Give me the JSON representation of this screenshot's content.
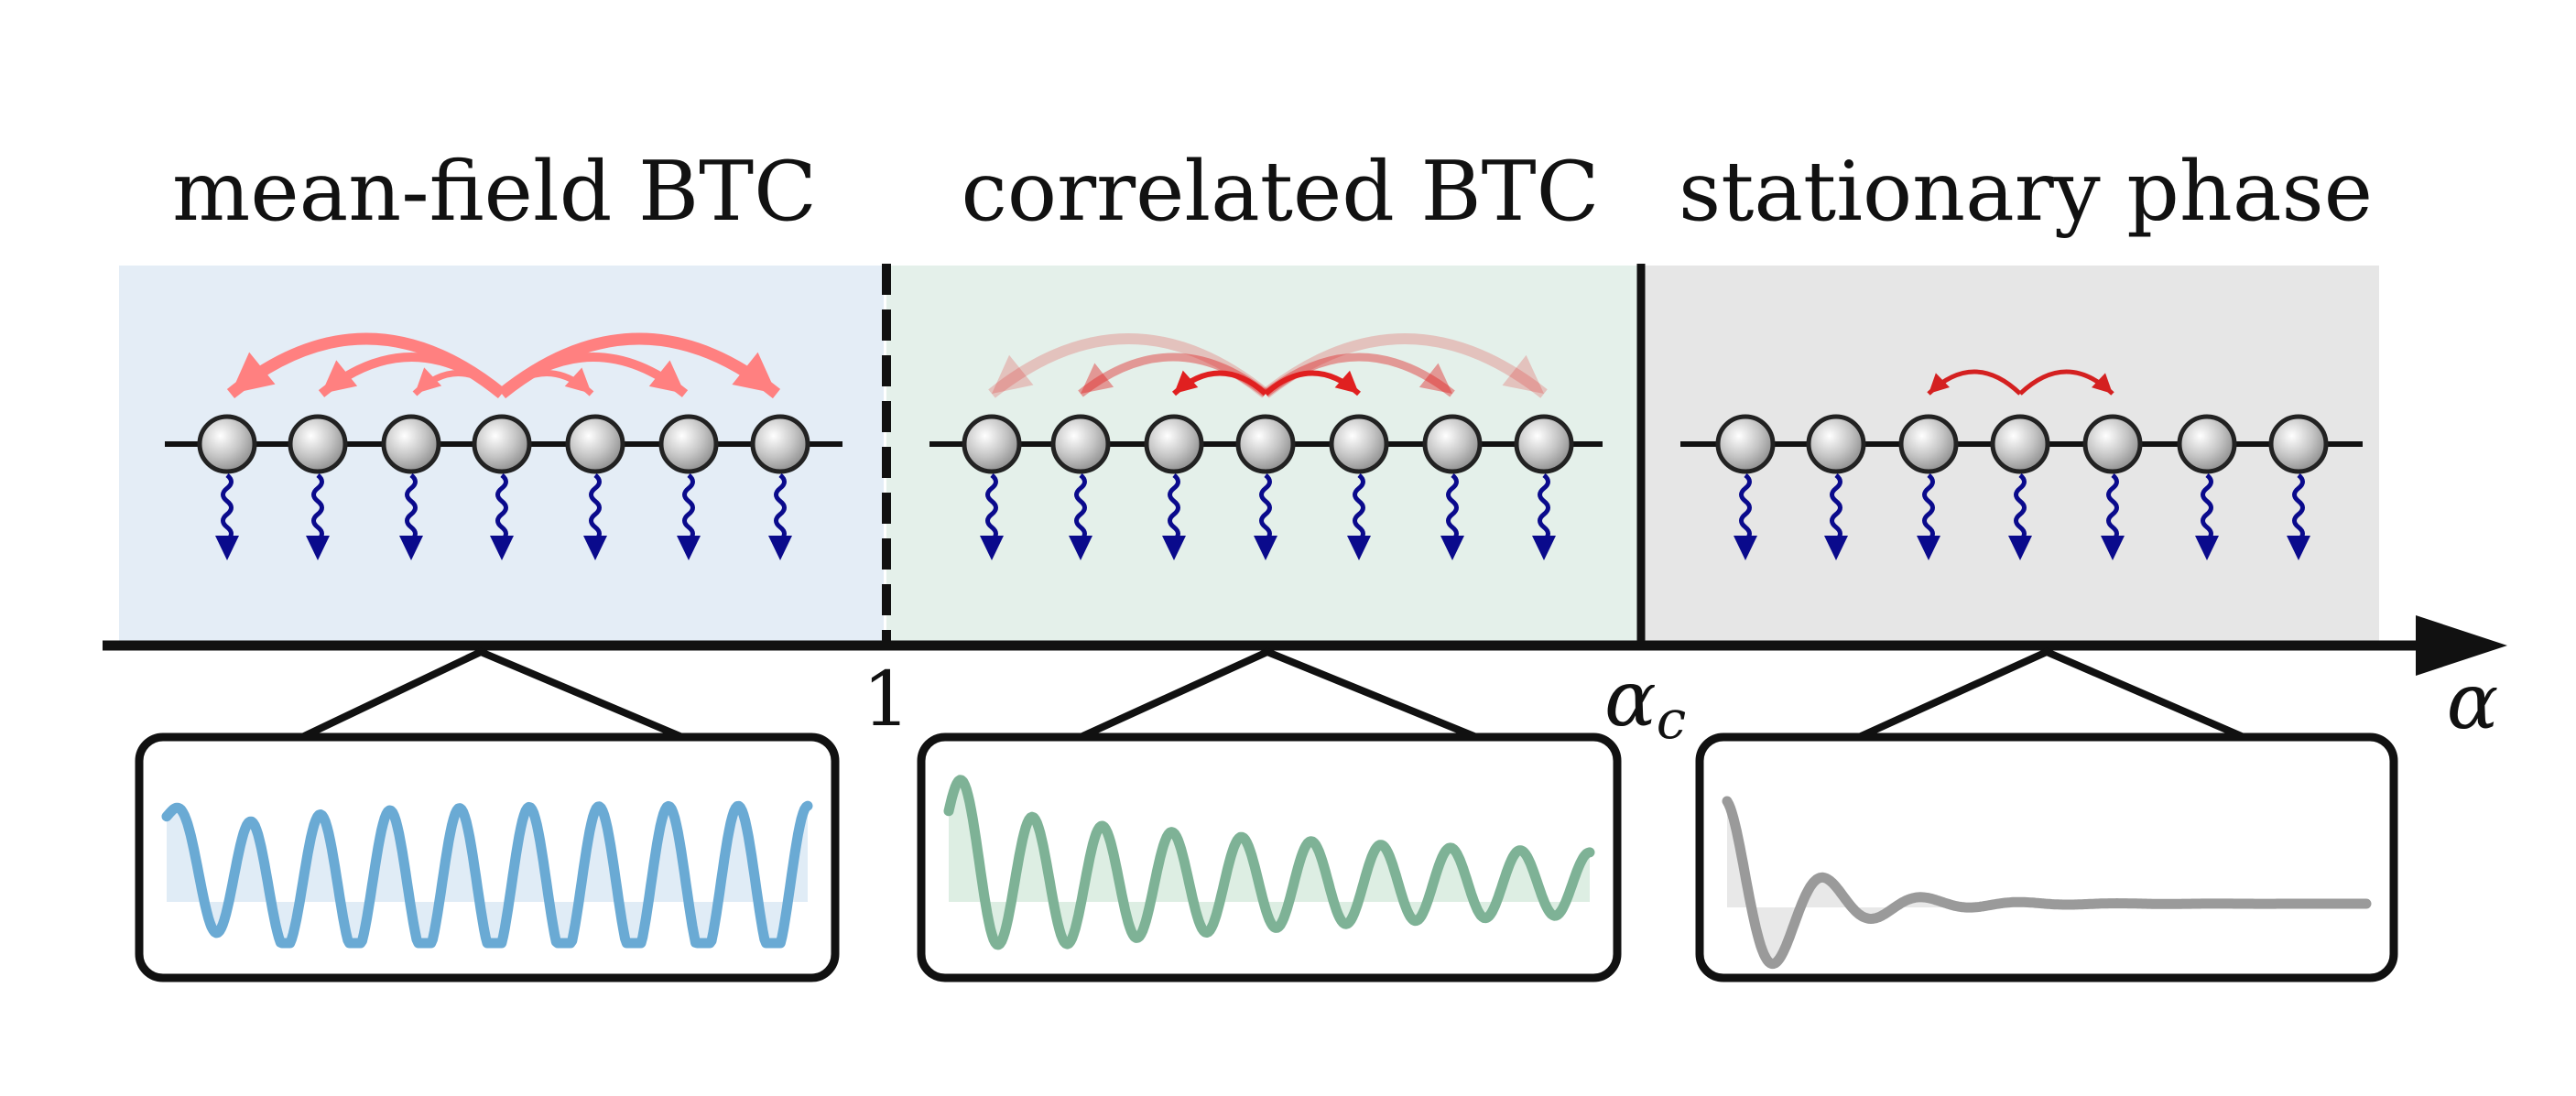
{
  "phases": [
    {
      "id": "mean-field",
      "title": "mean-field BTC",
      "background": "#e4edf6",
      "interaction": "all-to-all",
      "arrow_color": "#ff8080",
      "signal": {
        "color": "#6aaad4",
        "fill": "#dbe9f4",
        "behavior": "persistent oscillation"
      }
    },
    {
      "id": "correlated",
      "title": "correlated BTC",
      "background": "#e4f0ea",
      "interaction": "decaying with distance",
      "arrow_color": "#e02020",
      "signal": {
        "color": "#7eb296",
        "fill": "#d7ebde",
        "behavior": "damped oscillation"
      }
    },
    {
      "id": "stationary",
      "title": "stationary phase",
      "background": "#e6e6e6",
      "interaction": "nearest-neighbour",
      "arrow_color": "#d42020",
      "signal": {
        "color": "#9a9a9a",
        "fill": "#e4e4e4",
        "behavior": "decay to stationary value"
      }
    }
  ],
  "axis": {
    "variable": "α",
    "boundary_1_label": "1",
    "boundary_2_symbol": "α",
    "boundary_2_subscript": "c"
  },
  "colors": {
    "decay_arrow": "#0a0a8c",
    "spin_fill": "#bdbdbd",
    "line": "#111111"
  },
  "sites_per_chain": 7
}
